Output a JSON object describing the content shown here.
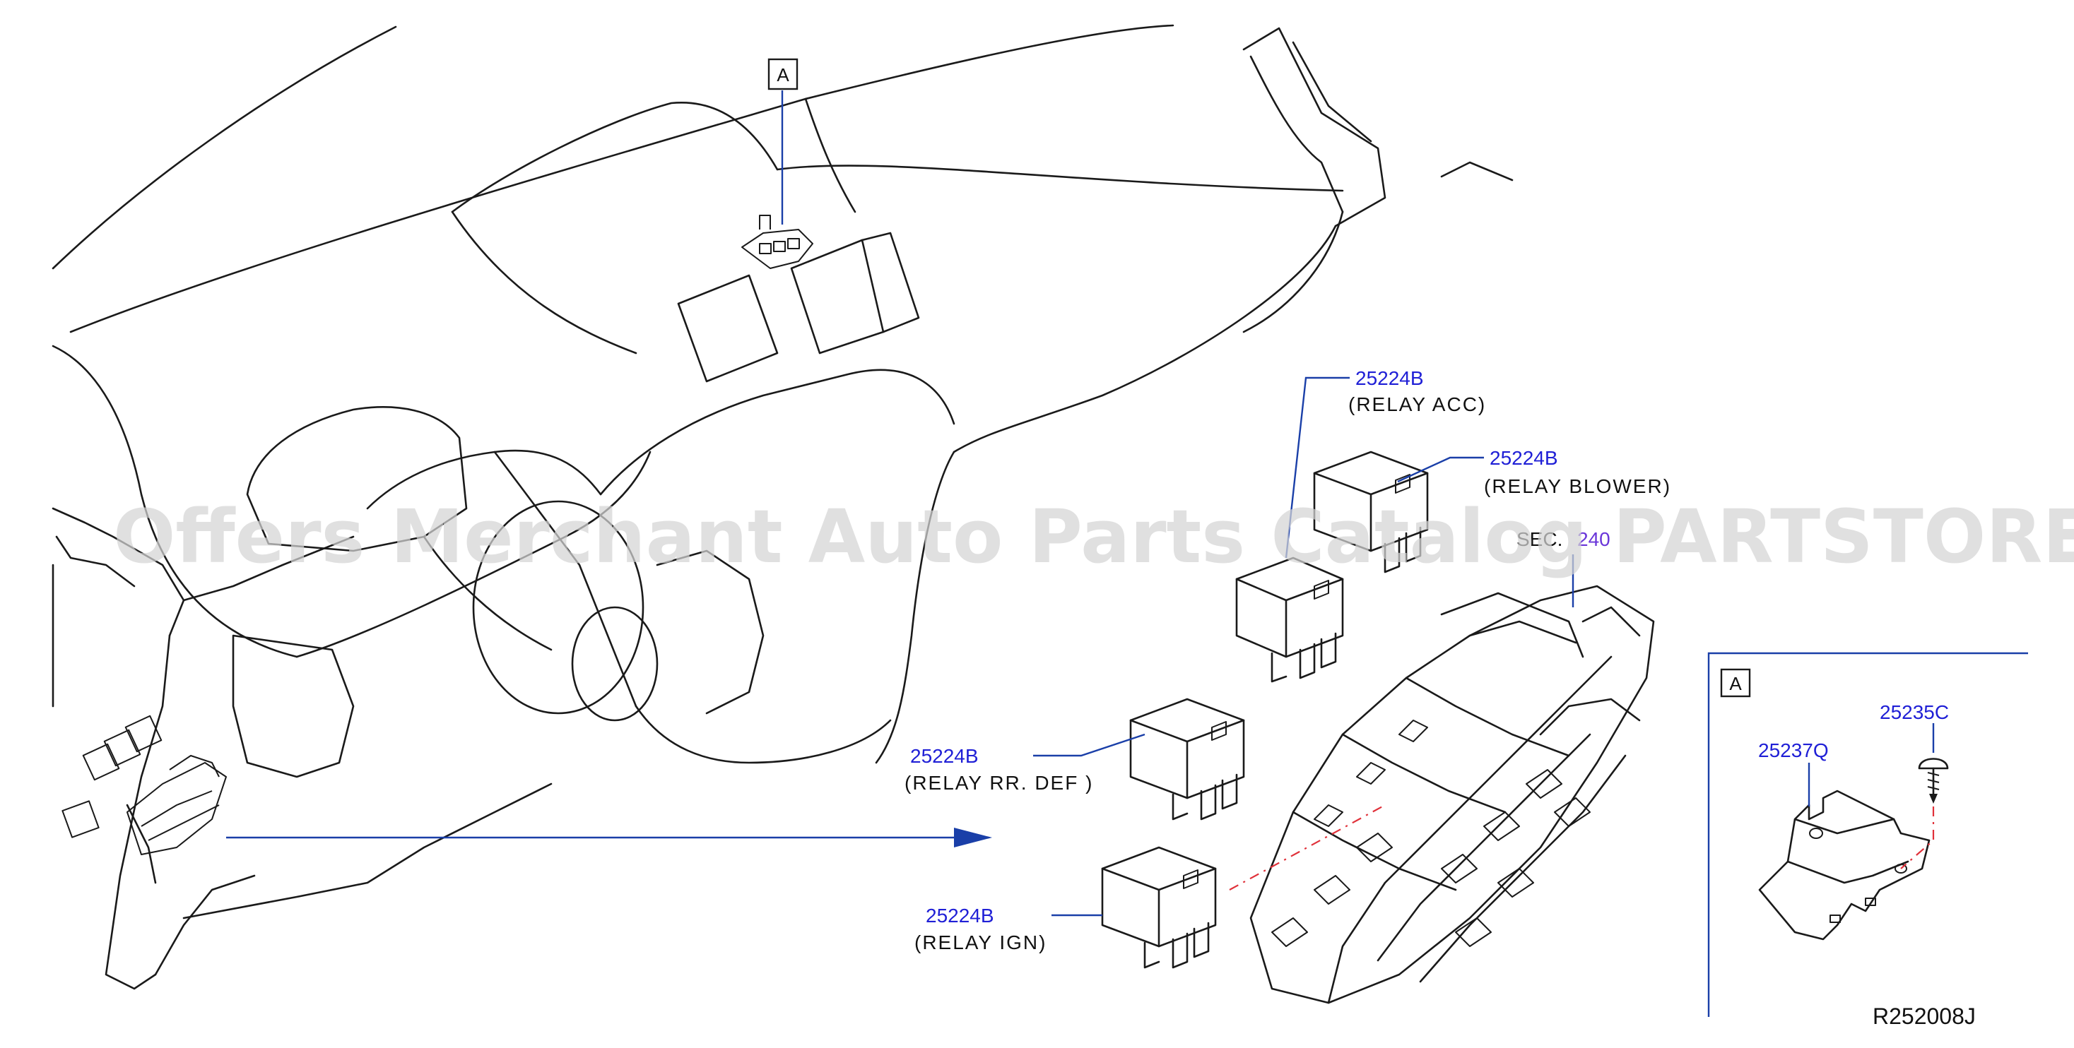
{
  "callouts": {
    "view_a_marker": "A",
    "relay_acc": {
      "part": "25224B",
      "desc": "(RELAY   ACC)"
    },
    "relay_blower": {
      "part": "25224B",
      "desc": "(RELAY   BLOWER)"
    },
    "relay_rr_def": {
      "part": "25224B",
      "desc": "(RELAY   RR.   DEF   )"
    },
    "relay_ign": {
      "part": "25224B",
      "desc": "(RELAY   IGN)"
    },
    "section_ref": {
      "prefix": "SEC.",
      "number": "240"
    }
  },
  "inset": {
    "label": "A",
    "bracket_part": "25237Q",
    "screw_part": "25235C"
  },
  "drawing_code": "R252008J",
  "watermark": "Offers Merchant Auto Parts Catalog PARTSTORE.SA",
  "colors": {
    "part_number": "#1f1fd6",
    "leader": "#1a3fa8",
    "section_number": "#6a36d9",
    "centerline": "#e0313a",
    "watermark": "#d4d4d4"
  }
}
